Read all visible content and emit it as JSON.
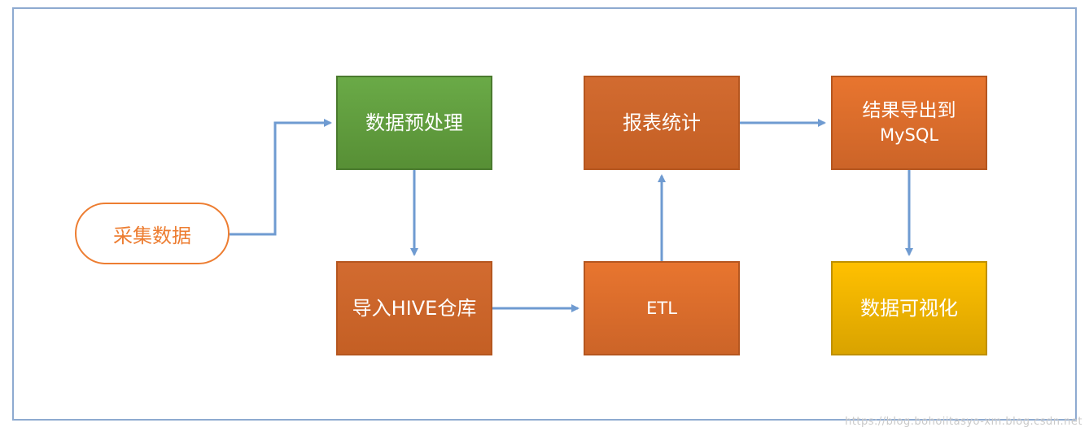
{
  "nodes": {
    "collect": "采集数据",
    "preprocess": "数据预处理",
    "import_hive": "导入HIVE仓库",
    "etl": "ETL",
    "report": "报表统计",
    "export_line1": "结果导出到",
    "export_line2": "MySQL",
    "visualize": "数据可视化"
  },
  "watermark": "https://blog.bohoiitasyo-xm.blog.csdn.net",
  "colors": {
    "frame": "#8eaad0",
    "arrow": "#6f9bd1",
    "green": "#6aaa47",
    "orange": "#e8752f",
    "gold": "#ffc000",
    "pill_border": "#ed7d31"
  }
}
